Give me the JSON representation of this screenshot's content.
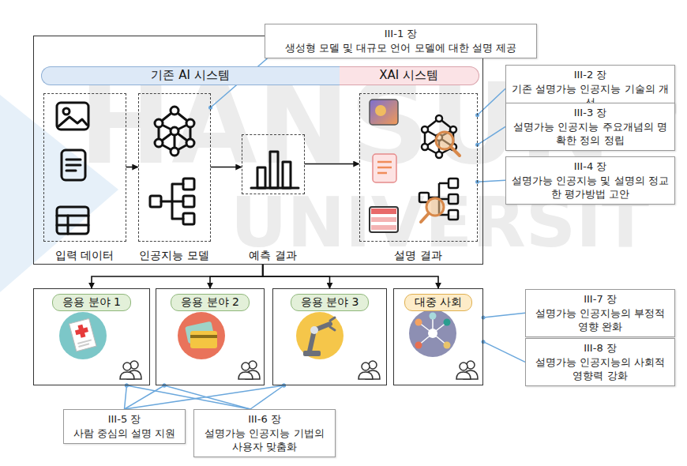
{
  "diagram": {
    "nodes": [
      {
        "text": []
      },
      {
        "text": [
          "기존 AI 시스템"
        ],
        "in": 0
      },
      {
        "text": [
          "XAI 시스템"
        ],
        "in": 0
      },
      {
        "text": [
          "입력 데이터"
        ],
        "in": 0
      },
      {
        "text": [
          "인공지능 모델"
        ],
        "in": 0
      },
      {
        "text": [
          "예측 결과"
        ],
        "in": 0
      },
      {
        "text": [
          "설명 결과"
        ],
        "in": 0
      },
      {
        "text": [
          "III-1 장",
          "생성형 모델 및 대규모 언어 모델에 대한 설명 제공"
        ]
      },
      {
        "text": [
          "III-2 장",
          "기존 설명가능 인공지능 기술의 개선"
        ]
      },
      {
        "text": [
          "III-3 장",
          "설명가능 인공지능 주요개념의 명확한 정의 정립"
        ]
      },
      {
        "text": [
          "III-4 장",
          "설명가능 인공지능 및 설명의 정교한 평가방법 고안"
        ]
      },
      {
        "text": [
          "응용 분야 1"
        ]
      },
      {
        "text": [
          "응용 분야 2"
        ]
      },
      {
        "text": [
          "응용 분야 3"
        ]
      },
      {
        "text": [
          "대중 사회"
        ]
      },
      {
        "text": [
          "III-7 장",
          "설명가능 인공지능의 부정적 영향 완화"
        ]
      },
      {
        "text": [
          "III-8 장",
          "설명가능 인공지능의 사회적 영향력 강화"
        ]
      },
      {
        "text": [
          "III-5 장",
          "사람 중심의 설명 지원"
        ]
      },
      {
        "text": [
          "III-6 장",
          "설명가능 인공지능 기법의 사용자 맞춤화"
        ]
      }
    ],
    "edges": [
      {
        "from": 3,
        "to": 4,
        "arrow": "to"
      },
      {
        "from": 4,
        "to": 5,
        "arrow": "to"
      },
      {
        "from": 5,
        "to": 6,
        "arrow": "to"
      },
      {
        "from": 0,
        "to": 11,
        "arrow": "to"
      },
      {
        "from": 0,
        "to": 12,
        "arrow": "to"
      },
      {
        "from": 0,
        "to": 13,
        "arrow": "to"
      },
      {
        "from": 0,
        "to": 14,
        "arrow": "to"
      },
      {
        "from": 7,
        "to": 4,
        "arrow": "none"
      },
      {
        "from": 8,
        "to": 6,
        "arrow": "none"
      },
      {
        "from": 9,
        "to": 6,
        "arrow": "none"
      },
      {
        "from": 10,
        "to": 6,
        "arrow": "none"
      },
      {
        "from": 15,
        "to": 14,
        "arrow": "none"
      },
      {
        "from": 16,
        "to": 14,
        "arrow": "none"
      },
      {
        "from": 17,
        "to": 11,
        "arrow": "none"
      },
      {
        "from": 17,
        "to": 12,
        "arrow": "none"
      },
      {
        "from": 17,
        "to": 13,
        "arrow": "none"
      },
      {
        "from": 18,
        "to": 11,
        "arrow": "none"
      },
      {
        "from": 18,
        "to": 12,
        "arrow": "none"
      },
      {
        "from": 18,
        "to": 13,
        "arrow": "none"
      }
    ],
    "labels": [
      "HANSUN",
      "UNIVERSIT"
    ]
  }
}
